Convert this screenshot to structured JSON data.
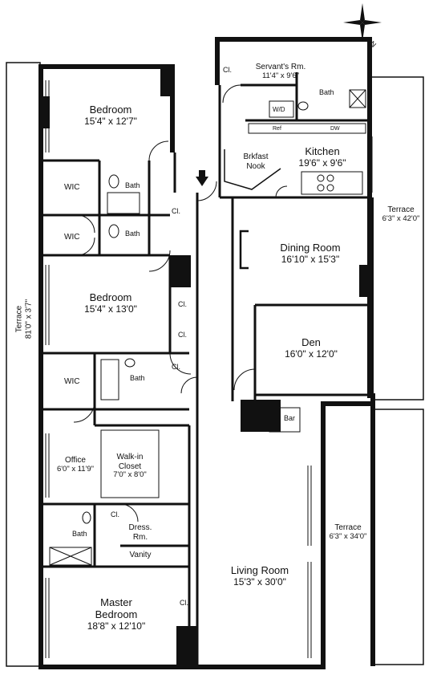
{
  "rooms": {
    "bedroom1": {
      "name": "Bedroom",
      "dims": "15'4\" x 12'7\""
    },
    "bedroom2": {
      "name": "Bedroom",
      "dims": "15'4\" x 13'0\""
    },
    "master": {
      "name": "Master\nBedroom",
      "name_line1": "Master",
      "name_line2": "Bedroom",
      "dims": "18'8\" x 12'10\""
    },
    "servants": {
      "name": "Servant's Rm.",
      "dims": "11'4\" x 9'6\""
    },
    "kitchen": {
      "name": "Kitchen",
      "dims": "19'6\" x 9'6\""
    },
    "breakfast": {
      "name_line1": "Brkfast",
      "name_line2": "Nook"
    },
    "dining": {
      "name": "Dining Room",
      "dims": "16'10\" x 15'3\""
    },
    "den": {
      "name": "Den",
      "dims": "16'0\" x 12'0\""
    },
    "living": {
      "name": "Living Room",
      "dims": "15'3\" x 30'0\""
    },
    "office": {
      "name": "Office",
      "dims": "6'0\" x 11'9\""
    },
    "walkin": {
      "name_line1": "Walk-in",
      "name_line2": "Closet",
      "dims": "7'0\" x 8'0\""
    },
    "dress": {
      "name_line1": "Dress.",
      "name_line2": "Rm."
    },
    "vanity": {
      "name": "Vanity"
    }
  },
  "terraces": {
    "left": {
      "name": "Terrace",
      "dims": "81'0\" x 3'7\""
    },
    "right_top": {
      "name": "Terrace",
      "dims": "6'3\" x 42'0\""
    },
    "right_bottom": {
      "name": "Terrace",
      "dims": "6'3\" x 34'0\""
    }
  },
  "labels": {
    "bath": "Bath",
    "wic": "WIC",
    "closet": "Cl.",
    "bar": "Bar",
    "wd": "W/D",
    "ref": "Ref",
    "dw": "DW"
  },
  "compass": {
    "north": "N"
  }
}
